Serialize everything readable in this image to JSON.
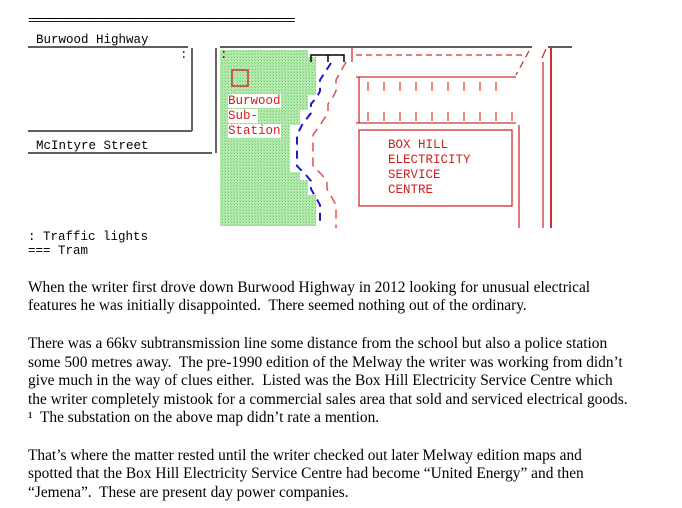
{
  "map": {
    "tram_line": "=====================================================",
    "road_top": "Burwood Highway",
    "road_bottom": "McIntyre Street",
    "traffic_light_marker": ":",
    "substation_label": [
      "Burwood",
      "Sub-",
      "Station"
    ],
    "service_centre_label": [
      "BOX HILL",
      "ELECTRICITY",
      "SERVICE",
      "CENTRE"
    ],
    "legend": [
      ": Traffic lights",
      "=== Tram"
    ],
    "colors": {
      "road": "#000000",
      "tram": "#000000",
      "power_line_blue": "#1a1acc",
      "power_line_red": "#d02020",
      "substation_area": "#a6e3a0"
    }
  },
  "body": {
    "paragraphs": [
      [
        "When the writer first drove down Burwood Highway in 2012 looking for unusual electrical",
        "features he was initially disappointed.  There seemed nothing out of the ordinary."
      ],
      [
        "There was a 66kv subtransmission line some distance from the school but also a police station",
        "some 500 metres away.  The pre-1990 edition of the Melway the writer was working from didn’t",
        "give much in the way of clues either.  Listed was the Box Hill Electricity Service Centre which",
        "the writer completely mistook for a commercial sales area that sold and serviced electrical goods.",
        "¹  The substation on the above map didn’t rate a mention."
      ],
      [
        "That’s where the matter rested until the writer checked out later Melway edition maps and",
        "spotted that the Box Hill Electricity Service Centre had become “United Energy” and then",
        "“Jemena”.  These are present day power companies."
      ]
    ]
  }
}
